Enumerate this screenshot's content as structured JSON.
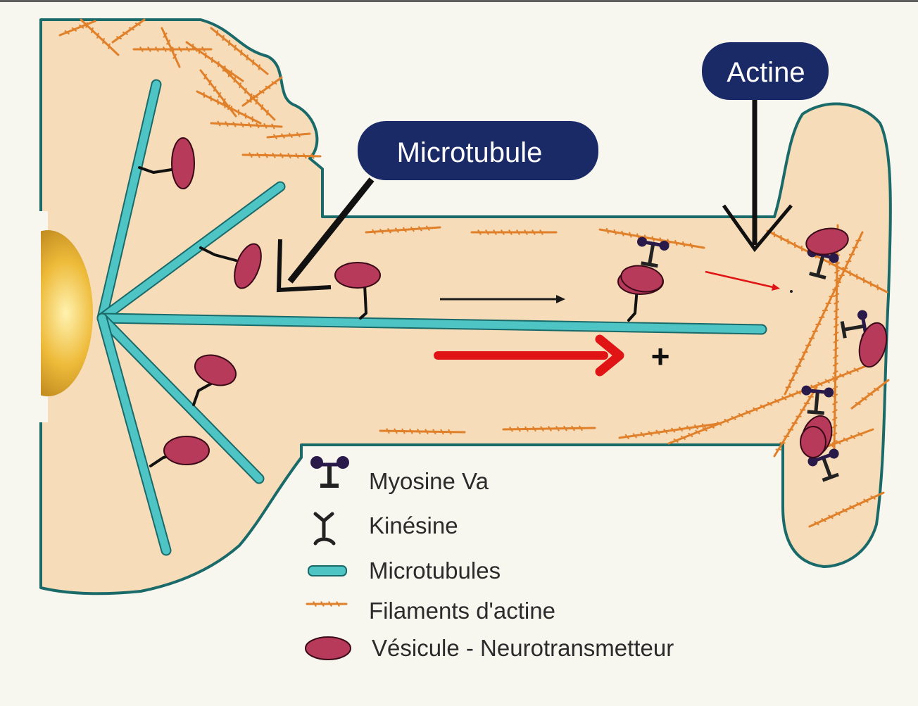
{
  "callouts": {
    "microtubule": "Microtubule",
    "actine": "Actine"
  },
  "plus_sign": "+",
  "legend": [
    {
      "key": "myosin",
      "label": "Myosine Va"
    },
    {
      "key": "kinesin",
      "label": "Kinésine"
    },
    {
      "key": "microtubule",
      "label": "Microtubules"
    },
    {
      "key": "actin",
      "label": "Filaments d'actine"
    },
    {
      "key": "vesicle",
      "label": "Vésicule - Neurotransmetteur"
    }
  ],
  "colors": {
    "cell_fill": "#f6dcb8",
    "membrane": "#1a6a6a",
    "microtubule": "#4ec4c4",
    "actin": "#e0802a",
    "vesicle": "#b83a5a",
    "callout_bg": "#1a2a66",
    "transport_arrow": "#e01414",
    "nucleus": "#e8b030"
  }
}
